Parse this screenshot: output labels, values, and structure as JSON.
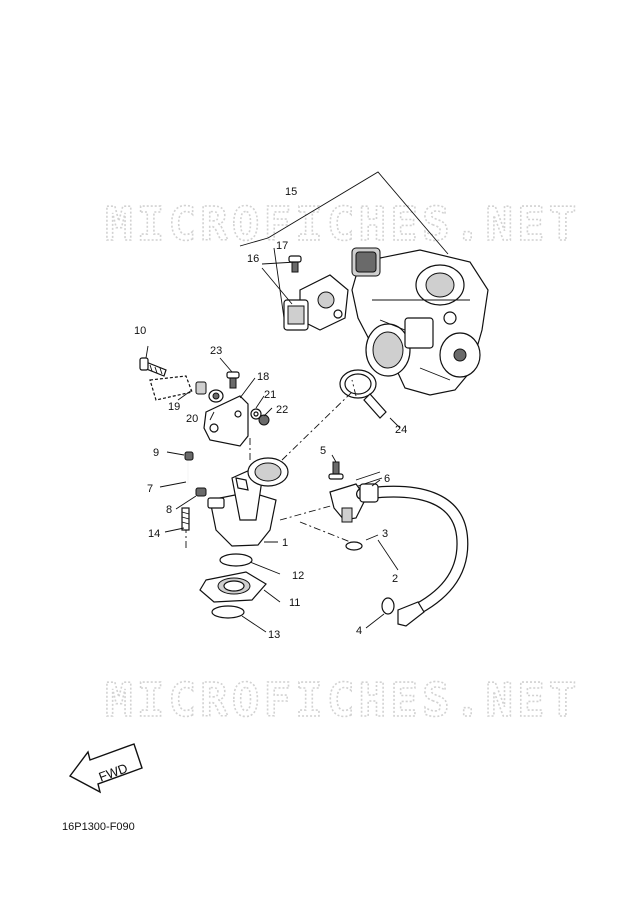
{
  "watermark": "MICROFICHES.NET",
  "fwd_label": "FWD",
  "diagram_code": "16P1300-F090",
  "callouts": [
    {
      "id": "15",
      "label": "15"
    },
    {
      "id": "17",
      "label": "17"
    },
    {
      "id": "16",
      "label": "16"
    },
    {
      "id": "10",
      "label": "10"
    },
    {
      "id": "23",
      "label": "23"
    },
    {
      "id": "18",
      "label": "18"
    },
    {
      "id": "19",
      "label": "19"
    },
    {
      "id": "21",
      "label": "21"
    },
    {
      "id": "20",
      "label": "20"
    },
    {
      "id": "22",
      "label": "22"
    },
    {
      "id": "24",
      "label": "24"
    },
    {
      "id": "9",
      "label": "9"
    },
    {
      "id": "5",
      "label": "5"
    },
    {
      "id": "6",
      "label": "6"
    },
    {
      "id": "7",
      "label": "7"
    },
    {
      "id": "8",
      "label": "8"
    },
    {
      "id": "14",
      "label": "14"
    },
    {
      "id": "1",
      "label": "1"
    },
    {
      "id": "3",
      "label": "3"
    },
    {
      "id": "12",
      "label": "12"
    },
    {
      "id": "2",
      "label": "2"
    },
    {
      "id": "11",
      "label": "11"
    },
    {
      "id": "4",
      "label": "4"
    },
    {
      "id": "13",
      "label": "13"
    }
  ]
}
